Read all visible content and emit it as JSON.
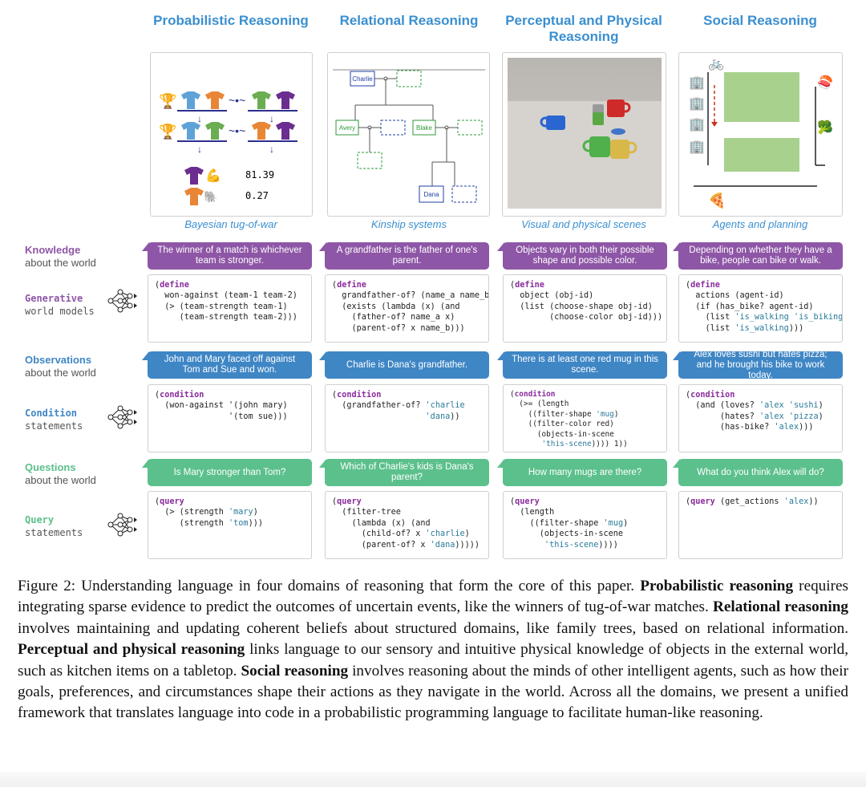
{
  "columns": [
    {
      "title": "Probabilistic Reasoning",
      "caption": "Bayesian tug-of-war"
    },
    {
      "title": "Relational Reasoning",
      "caption": "Kinship systems"
    },
    {
      "title": "Perceptual and Physical Reasoning",
      "caption": "Visual and physical scenes"
    },
    {
      "title": "Social Reasoning",
      "caption": "Agents and planning"
    }
  ],
  "tugofwar": {
    "score1": "81.39",
    "score2": "0.27"
  },
  "kinship": {
    "names": [
      "Charlie",
      "Avery",
      "Blake",
      "Dana"
    ]
  },
  "rows": {
    "knowledge": {
      "title": "Knowledge",
      "sub": "about the world"
    },
    "generative": {
      "title": "Generative",
      "sub": "world models"
    },
    "observations": {
      "title": "Observations",
      "sub": "about the world"
    },
    "condition": {
      "title": "Condition",
      "sub": "statements"
    },
    "questions": {
      "title": "Questions",
      "sub": "about the world"
    },
    "query": {
      "title": "Query",
      "sub": "statements"
    }
  },
  "knowledge_bubbles": [
    "The winner of a match is whichever team is stronger.",
    "A grandfather is the father of one's parent.",
    "Objects vary in both their possible shape and possible color.",
    "Depending on whether they have a bike, people can bike or walk."
  ],
  "observation_bubbles": [
    "John and Mary faced off against Tom and Sue and won.",
    "Charlie is Dana's grandfather.",
    "There is at least one red mug in this scene.",
    "Alex loves sushi but hates pizza; and he brought his bike to work today."
  ],
  "question_bubbles": [
    "Is Mary stronger than Tom?",
    "Which of Charlie's kids is Dana's parent?",
    "How many mugs are there?",
    "What do you think Alex will do?"
  ],
  "generative_code": [
    "(define\n  won-against (team-1 team-2)\n  (> (team-strength team-1)\n     (team-strength team-2)))",
    "(define\n  grandfather-of? (name_a name_b)\n  (exists (lambda (x) (and\n    (father-of? name_a x)\n    (parent-of? x name_b)))",
    "(define\n  object (obj-id)\n  (list (choose-shape obj-id)\n        (choose-color obj-id)))",
    "(define\n  actions (agent-id)\n  (if (has_bike? agent-id)\n    (list 'is_walking 'is_biking)\n    (list 'is_walking)))"
  ],
  "condition_code": [
    "(condition\n  (won-against '(john mary)\n               '(tom sue)))",
    "(condition\n  (grandfather-of? 'charlie\n                   'dana))",
    "(condition\n  (>= (length\n    ((filter-shape 'mug)\n    ((filter-color red)\n      (objects-in-scene\n       'this-scene)))) 1))",
    "(condition\n  (and (loves? 'alex 'sushi)\n       (hates? 'alex 'pizza)\n       (has-bike? 'alex)))"
  ],
  "query_code": [
    "(query\n  (> (strength 'mary)\n     (strength 'tom)))",
    "(query\n  (filter-tree\n    (lambda (x) (and\n      (child-of? x 'charlie)\n      (parent-of? x 'dana)))))",
    "(query\n  (length\n    ((filter-shape 'mug)\n      (objects-in-scene\n       'this-scene))))",
    "(query (get_actions 'alex))"
  ],
  "figure_caption": {
    "label": "Figure 2:",
    "parts": [
      {
        "t": " Understanding language in four domains of reasoning that form the core of this paper. ",
        "b": false
      },
      {
        "t": "Probabilistic reasoning",
        "b": true
      },
      {
        "t": " requires integrating sparse evidence to predict the outcomes of uncertain events, like the winners of tug-of-war matches. ",
        "b": false
      },
      {
        "t": "Relational reasoning",
        "b": true
      },
      {
        "t": " involves maintaining and updating coherent beliefs about structured domains, like family trees, based on relational information. ",
        "b": false
      },
      {
        "t": "Perceptual and physical reasoning",
        "b": true
      },
      {
        "t": " links language to our sensory and intuitive physical knowledge of objects in the external world, such as kitchen items on a tabletop. ",
        "b": false
      },
      {
        "t": "Social reasoning",
        "b": true
      },
      {
        "t": " involves reasoning about the minds of other intelligent agents, such as how their goals, preferences, and circumstances shape their actions as they navigate in the world. Across all the domains, we present a unified framework that translates language into code in a probabilistic programming language to facilitate human-like reasoning.",
        "b": false
      }
    ]
  },
  "colors": {
    "purple": "#8e56a6",
    "blue": "#3f86c5",
    "green": "#5cc08c",
    "title": "#3a8fd0"
  }
}
